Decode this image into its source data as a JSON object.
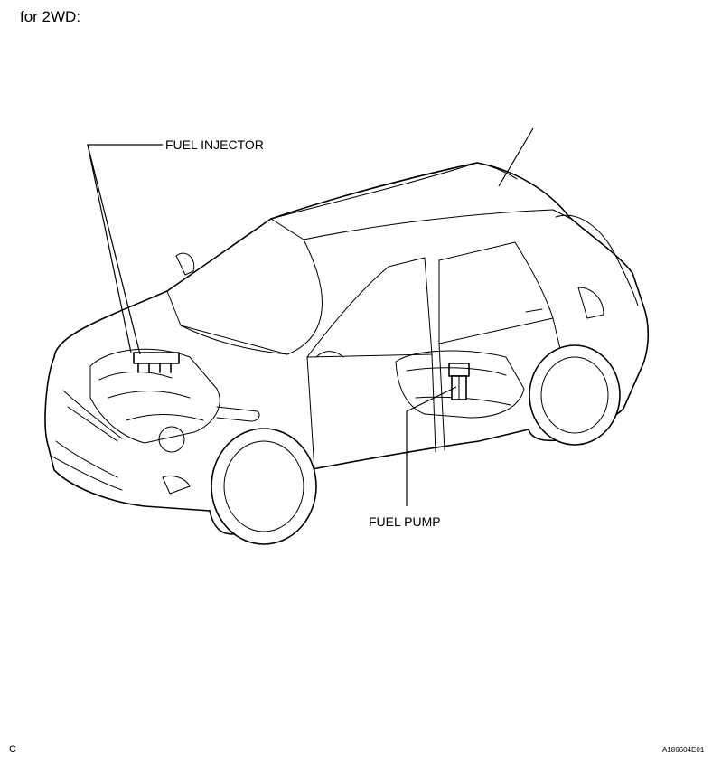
{
  "title": "for 2WD:",
  "labels": {
    "fuel_injector": "FUEL INJECTOR",
    "fuel_pump": "FUEL PUMP"
  },
  "corner_mark": "C",
  "figure_code": "A186604E01"
}
